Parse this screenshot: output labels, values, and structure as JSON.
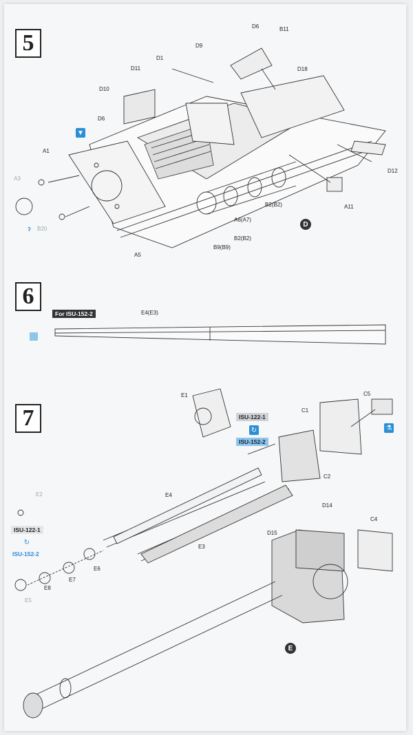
{
  "steps": [
    {
      "number": "5"
    },
    {
      "number": "6"
    },
    {
      "number": "7"
    }
  ],
  "step5": {
    "parts": [
      "D6",
      "B11",
      "D9",
      "D18",
      "D1",
      "D11",
      "D10",
      "D6",
      "A1",
      "A3",
      "B20",
      "D12",
      "A11",
      "B2(B2)",
      "A6(A7)",
      "B2(B2)",
      "B9(B9)",
      "A5"
    ],
    "sub_marker": "D"
  },
  "step6": {
    "variant_tag": "For ISU-152-2",
    "part": "E4(E3)"
  },
  "step7": {
    "parts": {
      "e1": "E1",
      "c5": "C5",
      "c1": "C1",
      "c2": "C2",
      "e2": "E2",
      "e4": "E4",
      "e3": "E3",
      "e6": "E6",
      "e7": "E7",
      "e8": "E8",
      "e5": "E5",
      "d14": "D14",
      "c4": "C4",
      "d15": "D15"
    },
    "variant_a": "ISU-122-1",
    "variant_b": "ISU-152-2",
    "variant_a_left": "ISU-122-1",
    "variant_b_left": "ISU-152-2",
    "sub_marker": "E"
  },
  "colors": {
    "accent_blue": "#2c8fd6",
    "tag_blue": "#8ec5ea",
    "line": "#333333"
  }
}
